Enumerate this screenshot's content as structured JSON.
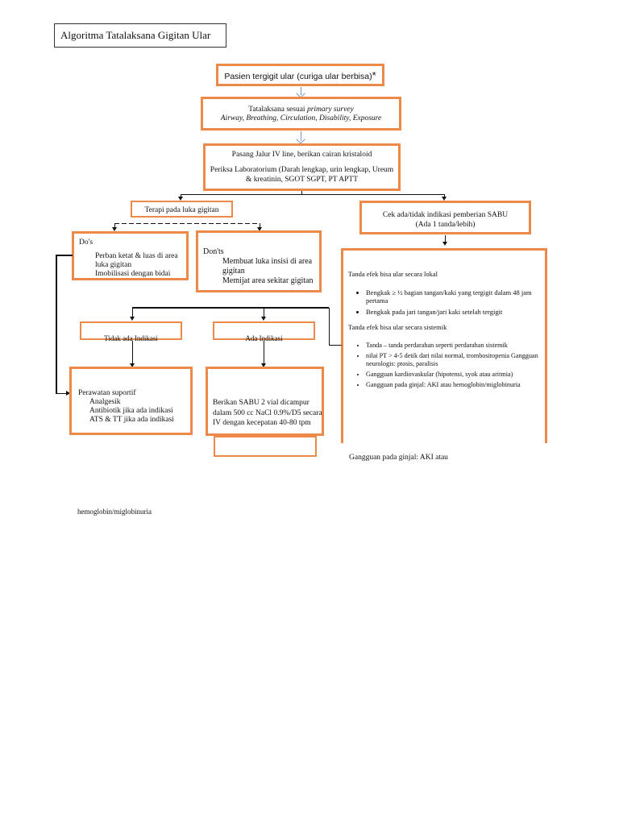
{
  "title": "Algoritma Tatalaksana Gigitan Ular",
  "start": "Pasien tergigit ular (curiga ular berbisa)",
  "start_mark": "*",
  "survey": {
    "line1_prefix": "Tatalaksana sesuai ",
    "line1_italic": "primary survey",
    "line2": "Airway, Breathing, Circulation, Disability, Exposure"
  },
  "iv": {
    "line1": "Pasang Jalur IV line, berikan cairan kristaloid",
    "line2": "Periksa Laboratorium (Darah lengkap, urin lengkap, Ureum & kreatinin, SGOT SGPT, PT APTT"
  },
  "wound_therapy": "Terapi pada luka gigitan",
  "sabu_check": {
    "line1": "Cek ada/tidak indikasi pemberian SABU",
    "line2": "(Ada 1 tanda/lebih)"
  },
  "dos": {
    "heading": "Do's",
    "items": [
      "Perban ketat & luas di area luka gigitan",
      "Imobilisasi dengan bidai"
    ]
  },
  "donts": {
    "heading": "Don'ts",
    "items": [
      "Membuat luka insisi di area gigitan",
      "Memijat area sekitar gigitan"
    ]
  },
  "signs": {
    "local_heading": "Tanda efek bisa ular secara lokal",
    "local_items": [
      "Bengkak ≥ ½ bagian tangan/kaki yang tergigit dalam 48 jam pertama",
      "Bengkak pada jari tangan/jari kaki setelah tergigit"
    ],
    "systemic_heading": "Tanda efek bisa ular secara sistemik",
    "systemic_items": [
      "Tanda – tanda perdarahan seperti perdarahan sistemik",
      "nilai PT > 4-5 detik dari nilai normal, trombositopenia Gangguan neurologis: ptosis, paralisis",
      "Gangguan kardiovaskular (hipotensi, syok atau aritmia)",
      "Gangguan pada ginjal: AKI atau hemoglobin/miglobinuria"
    ]
  },
  "no_indication": "Tidak ada Indikasi",
  "indication": "Ada Indikasi",
  "supportive": {
    "heading": "Perawatan suportif",
    "items": [
      "Analgesik",
      "Antibiotik jika ada indikasi",
      "ATS & TT jika ada indikasi"
    ]
  },
  "sabu_give": "Berikan SABU 2 vial dicampur dalam 500 cc NaCl 0.9%/D5 secara IV dengan kecepatan 40-80 tpm",
  "overflow_text_1": "Gangguan pada ginjal: AKI atau",
  "overflow_text_2": "hemoglobin/miglobinuria",
  "colors": {
    "border": "#ed8a4a",
    "arrow": "#7b97c7"
  }
}
